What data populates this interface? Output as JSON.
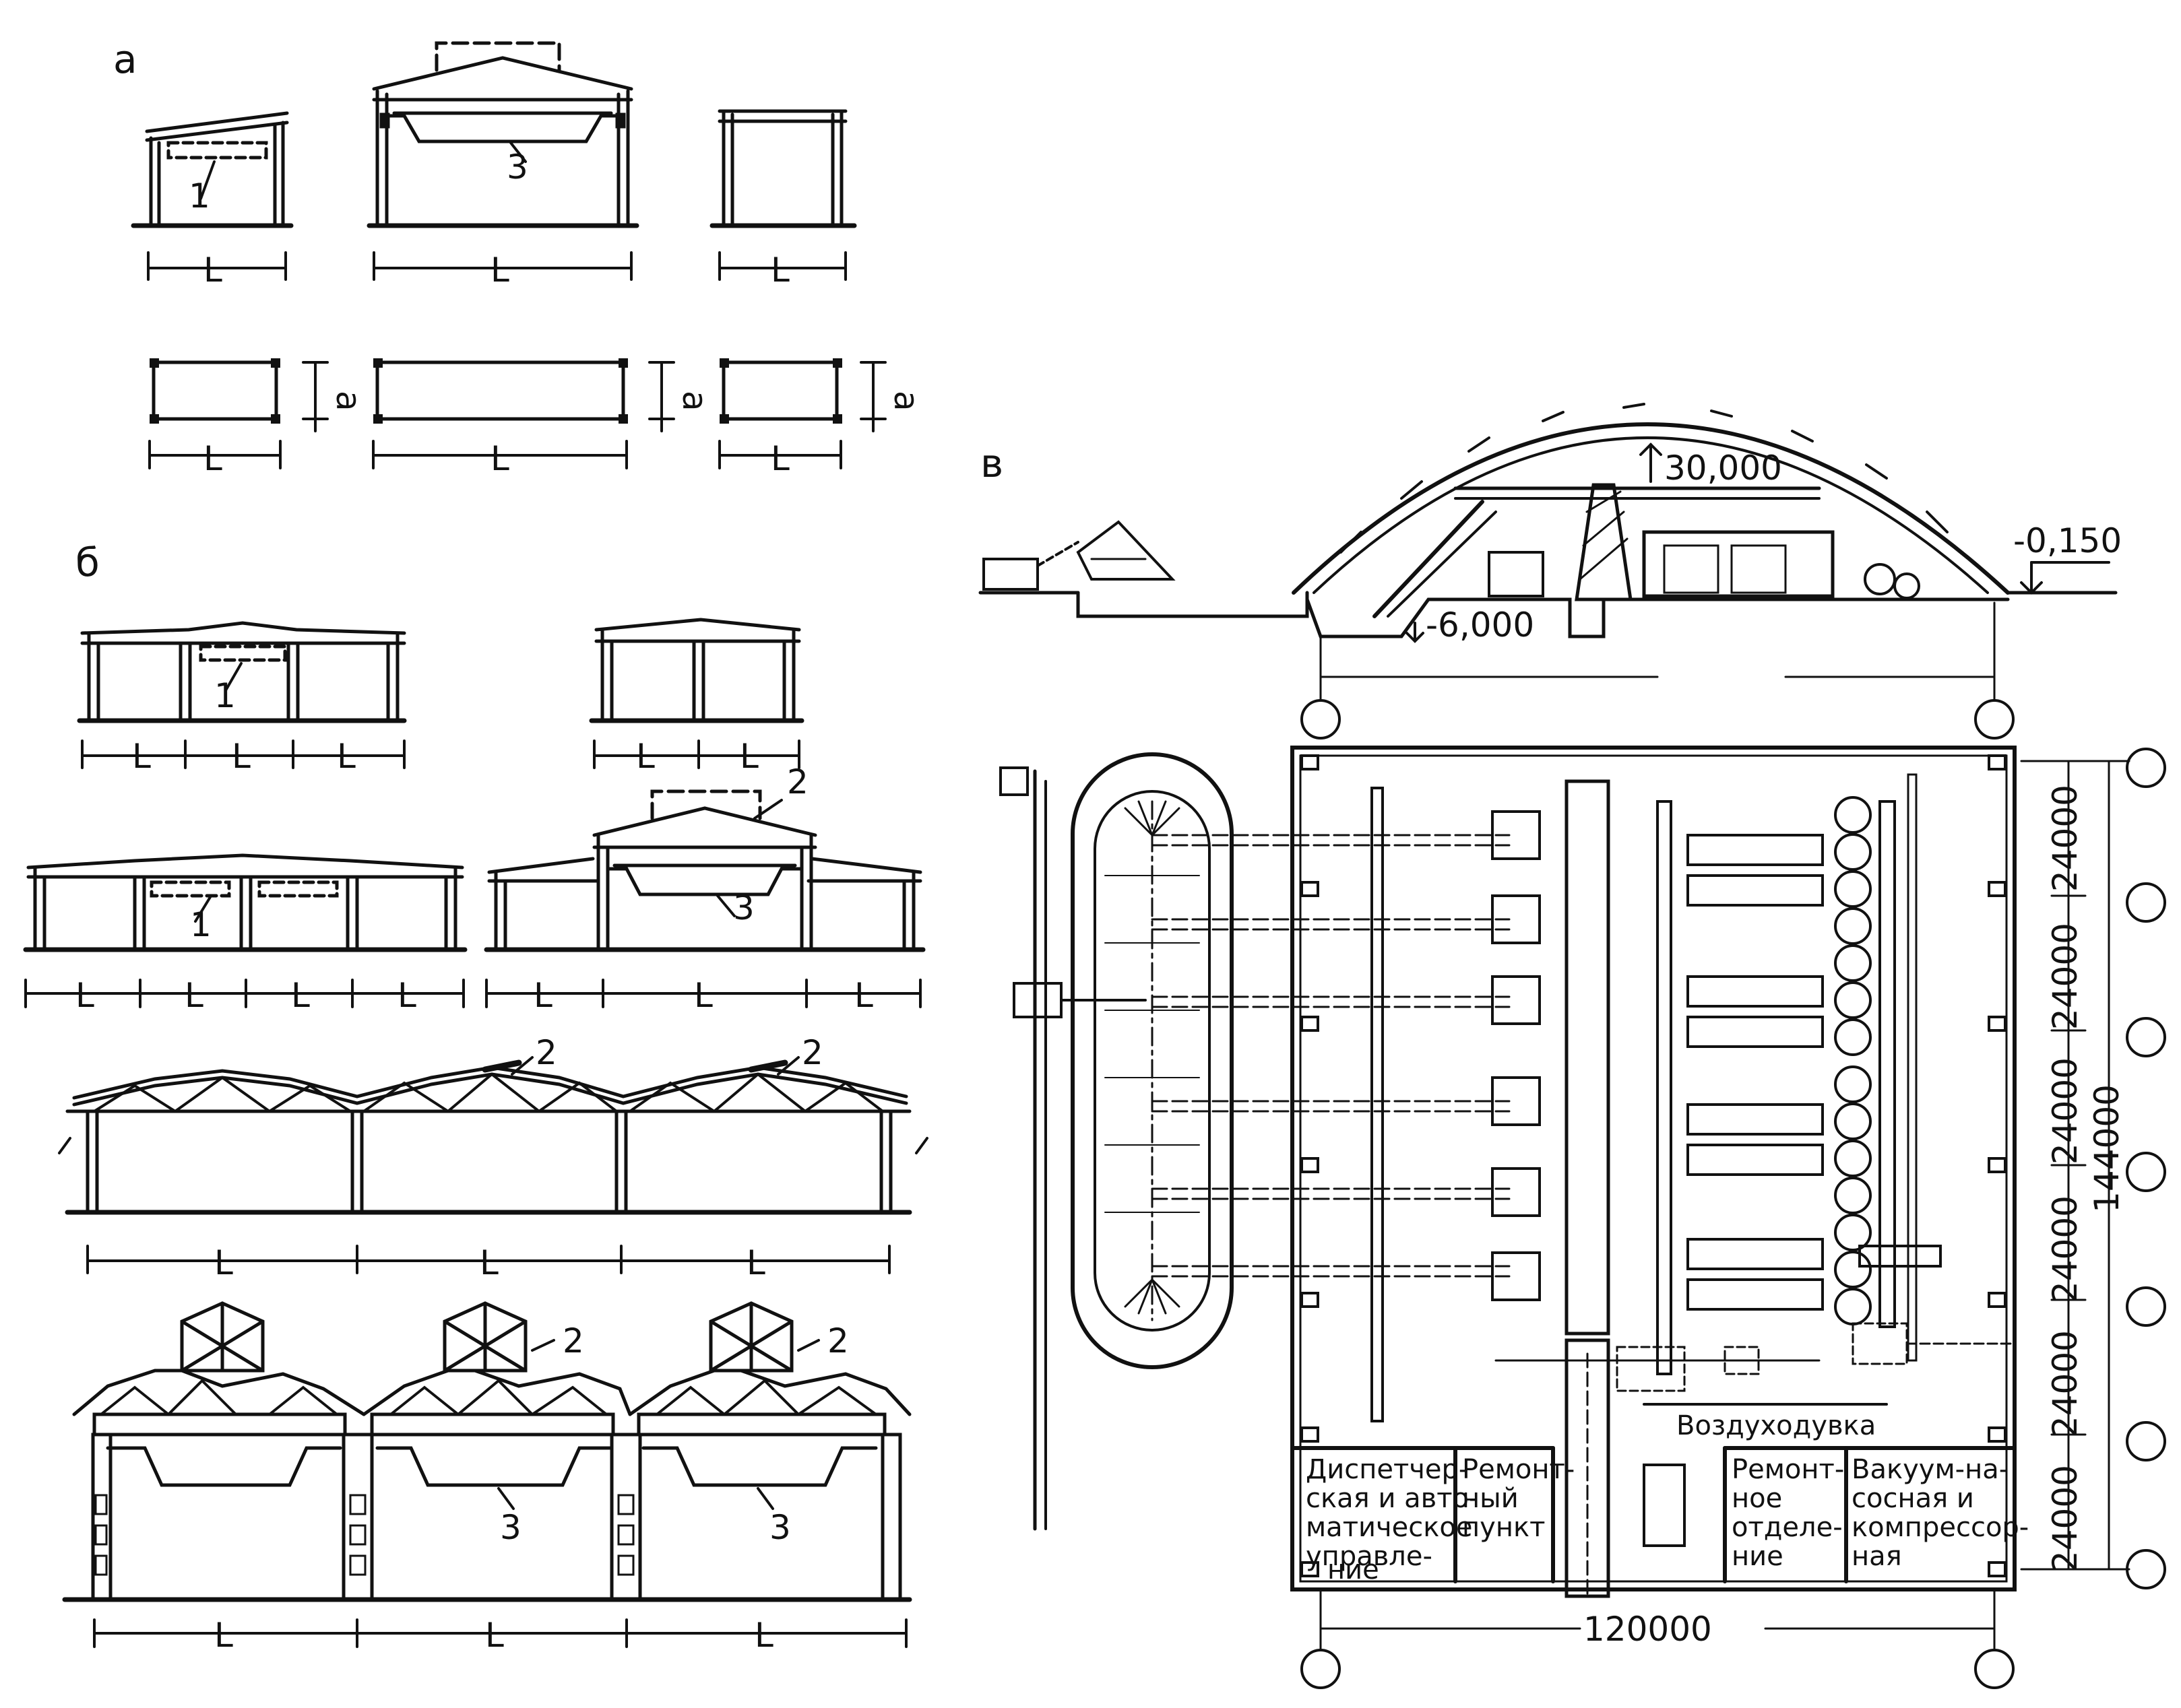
{
  "panels": {
    "a": "а",
    "b": "б",
    "v": "в"
  },
  "span_label": "L",
  "bay_label": "a",
  "callouts": {
    "one": "1",
    "two": "2",
    "three": "3"
  },
  "section": {
    "top_elevation": "30,000",
    "pit_elevation": "-6,000",
    "ground_elevation": "-0,150"
  },
  "plan": {
    "width_dim": "120000",
    "bay_dims": [
      "24000",
      "24000",
      "24000",
      "24000",
      "24000",
      "24000"
    ],
    "total_dim": "144000",
    "blower": "Воздуходувка",
    "rooms": {
      "control": [
        "Диспетчер-",
        "ская и авто-",
        "матическое",
        "управле-",
        "ние"
      ],
      "repair_point": [
        "Ремонт-",
        "ный",
        "пункт"
      ],
      "repair_dept": [
        "Ремонт-",
        "ное",
        "отделе-",
        "ние"
      ],
      "vacuum": [
        "Вакуум-на-",
        "сосная и",
        "компрессор-",
        "ная"
      ]
    }
  }
}
